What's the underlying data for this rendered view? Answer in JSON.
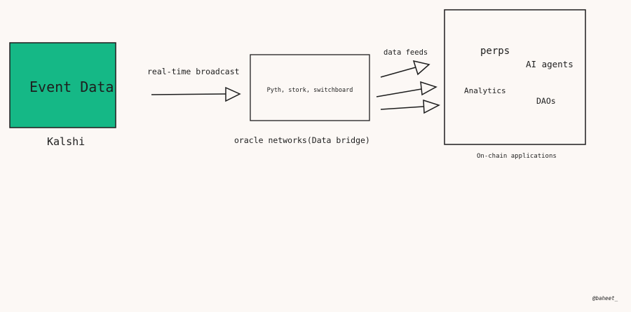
{
  "colors": {
    "background": "#fcf8f5",
    "source_fill": "#15b886",
    "stroke": "#1e1e1e"
  },
  "source": {
    "title": "Event Data",
    "caption": "Kalshi"
  },
  "broadcast_arrow": {
    "label": "real-time broadcast"
  },
  "oracle": {
    "content": "Pyth, stork, switchboard",
    "caption": "oracle networks(Data bridge)"
  },
  "feeds_arrows": {
    "label": "data feeds"
  },
  "apps": {
    "items": [
      "perps",
      "AI agents",
      "Analytics",
      "DAOs"
    ],
    "caption": "On-chain applications"
  },
  "signature": "@baheet_"
}
